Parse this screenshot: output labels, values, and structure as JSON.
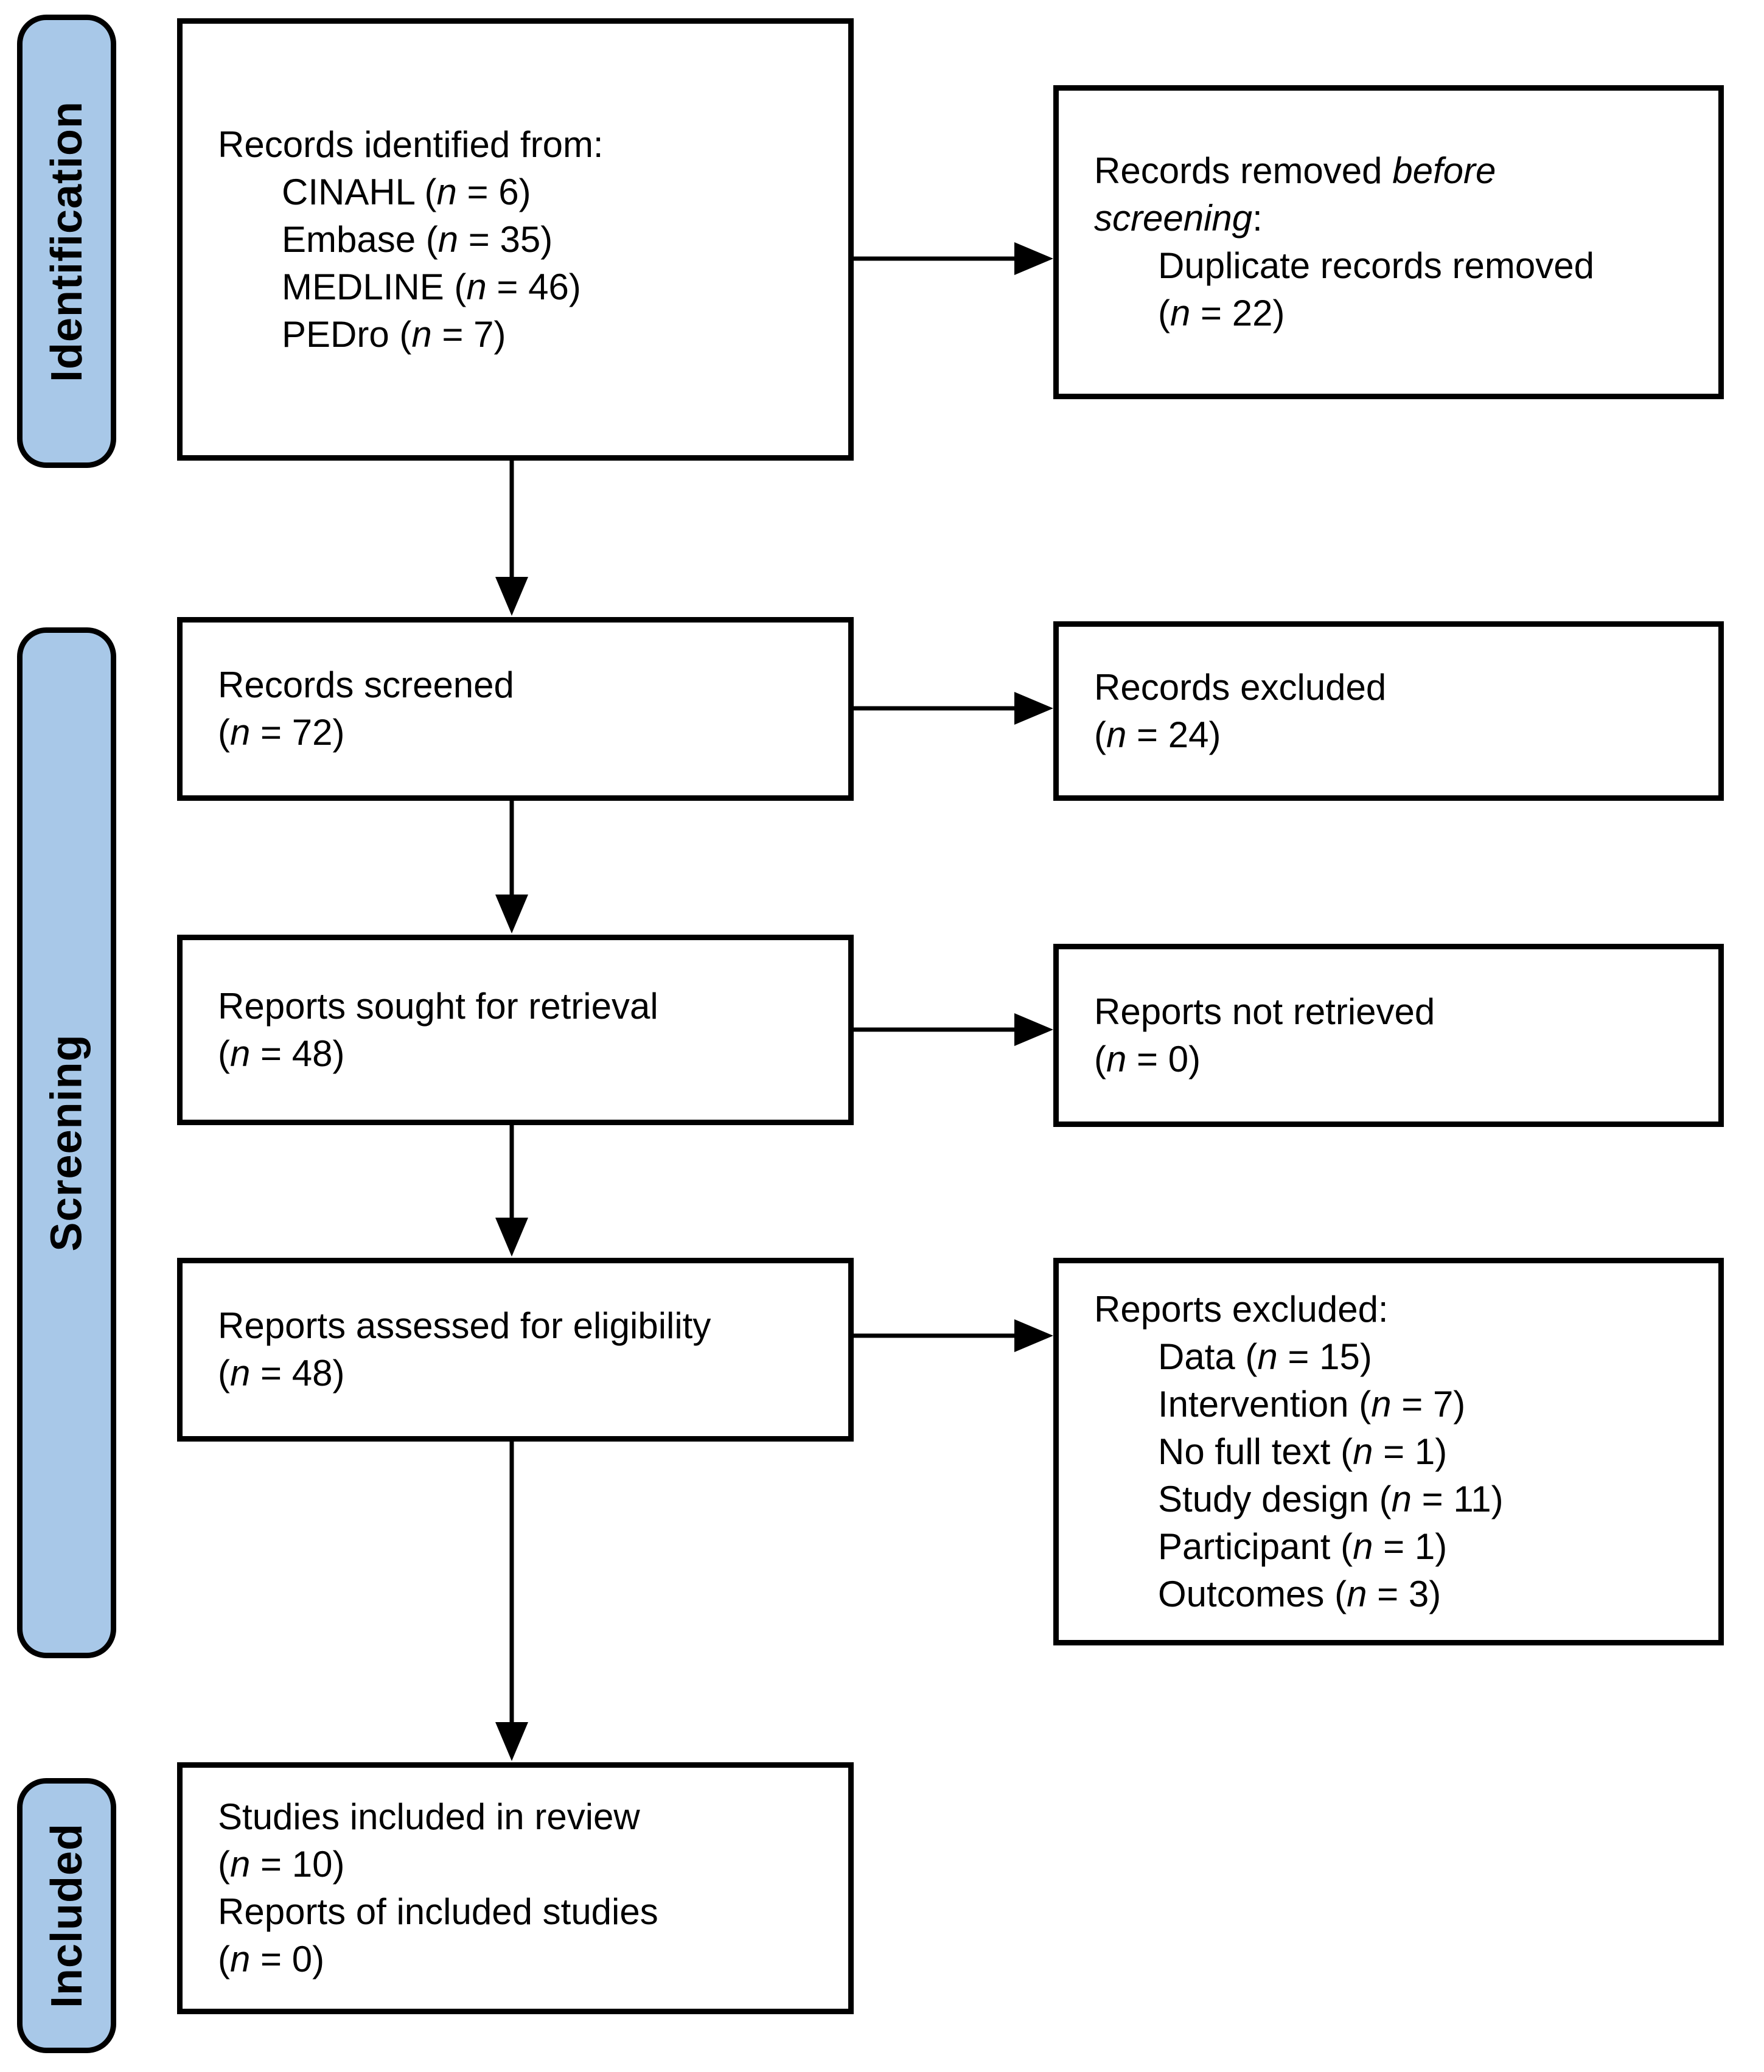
{
  "colors": {
    "stage_fill": "#A8C8E8",
    "outline": "#000000",
    "box_fill": "#FFFFFF",
    "text": "#000000"
  },
  "stages": [
    {
      "label": "Identification"
    },
    {
      "label": "Screening"
    },
    {
      "label": "Included"
    }
  ],
  "boxes": {
    "records_identified": {
      "lines": [
        {
          "indent": false,
          "runs": [
            {
              "text": "Records identified from:"
            }
          ]
        },
        {
          "indent": true,
          "runs": [
            {
              "text": "CINAHL ("
            },
            {
              "text": "n",
              "italic": true
            },
            {
              "text": " = 6)"
            }
          ]
        },
        {
          "indent": true,
          "runs": [
            {
              "text": "Embase ("
            },
            {
              "text": "n",
              "italic": true
            },
            {
              "text": " = 35)"
            }
          ]
        },
        {
          "indent": true,
          "runs": [
            {
              "text": "MEDLINE ("
            },
            {
              "text": "n",
              "italic": true
            },
            {
              "text": " = 46)"
            }
          ]
        },
        {
          "indent": true,
          "runs": [
            {
              "text": "PEDro ("
            },
            {
              "text": "n",
              "italic": true
            },
            {
              "text": " = 7)"
            }
          ]
        }
      ]
    },
    "records_removed": {
      "lines": [
        {
          "indent": false,
          "runs": [
            {
              "text": "Records removed "
            },
            {
              "text": "before",
              "italic": true
            }
          ]
        },
        {
          "indent": false,
          "runs": [
            {
              "text": "screening",
              "italic": true
            },
            {
              "text": ":"
            }
          ]
        },
        {
          "indent": true,
          "runs": [
            {
              "text": "Duplicate records removed"
            }
          ]
        },
        {
          "indent": true,
          "runs": [
            {
              "text": "("
            },
            {
              "text": "n",
              "italic": true
            },
            {
              "text": " = 22)"
            }
          ]
        }
      ]
    },
    "records_screened": {
      "lines": [
        {
          "indent": false,
          "runs": [
            {
              "text": "Records screened"
            }
          ]
        },
        {
          "indent": false,
          "runs": [
            {
              "text": "("
            },
            {
              "text": "n",
              "italic": true
            },
            {
              "text": " = 72)"
            }
          ]
        }
      ]
    },
    "records_excluded": {
      "lines": [
        {
          "indent": false,
          "runs": [
            {
              "text": "Records excluded"
            }
          ]
        },
        {
          "indent": false,
          "runs": [
            {
              "text": "("
            },
            {
              "text": "n",
              "italic": true
            },
            {
              "text": " = 24)"
            }
          ]
        }
      ]
    },
    "reports_sought": {
      "lines": [
        {
          "indent": false,
          "runs": [
            {
              "text": "Reports sought for retrieval"
            }
          ]
        },
        {
          "indent": false,
          "runs": [
            {
              "text": "("
            },
            {
              "text": "n",
              "italic": true
            },
            {
              "text": " = 48)"
            }
          ]
        }
      ]
    },
    "reports_not_retrieved": {
      "lines": [
        {
          "indent": false,
          "runs": [
            {
              "text": "Reports not retrieved"
            }
          ]
        },
        {
          "indent": false,
          "runs": [
            {
              "text": "("
            },
            {
              "text": "n",
              "italic": true
            },
            {
              "text": " = 0)"
            }
          ]
        }
      ]
    },
    "reports_assessed": {
      "lines": [
        {
          "indent": false,
          "runs": [
            {
              "text": "Reports assessed for eligibility"
            }
          ]
        },
        {
          "indent": false,
          "runs": [
            {
              "text": "("
            },
            {
              "text": "n",
              "italic": true
            },
            {
              "text": " = 48)"
            }
          ]
        }
      ]
    },
    "reports_excluded": {
      "lines": [
        {
          "indent": false,
          "runs": [
            {
              "text": "Reports excluded:"
            }
          ]
        },
        {
          "indent": true,
          "runs": [
            {
              "text": "Data ("
            },
            {
              "text": "n",
              "italic": true
            },
            {
              "text": " = 15)"
            }
          ]
        },
        {
          "indent": true,
          "runs": [
            {
              "text": "Intervention ("
            },
            {
              "text": "n",
              "italic": true
            },
            {
              "text": " = 7)"
            }
          ]
        },
        {
          "indent": true,
          "runs": [
            {
              "text": "No full text ("
            },
            {
              "text": "n",
              "italic": true
            },
            {
              "text": " = 1)"
            }
          ]
        },
        {
          "indent": true,
          "runs": [
            {
              "text": "Study design ("
            },
            {
              "text": "n",
              "italic": true
            },
            {
              "text": " = 11)"
            }
          ]
        },
        {
          "indent": true,
          "runs": [
            {
              "text": "Participant ("
            },
            {
              "text": "n",
              "italic": true
            },
            {
              "text": " = 1)"
            }
          ]
        },
        {
          "indent": true,
          "runs": [
            {
              "text": "Outcomes ("
            },
            {
              "text": "n",
              "italic": true
            },
            {
              "text": " = 3)"
            }
          ]
        }
      ]
    },
    "studies_included": {
      "lines": [
        {
          "indent": false,
          "runs": [
            {
              "text": "Studies included in review"
            }
          ]
        },
        {
          "indent": false,
          "runs": [
            {
              "text": "("
            },
            {
              "text": "n",
              "italic": true
            },
            {
              "text": " = 10)"
            }
          ]
        },
        {
          "indent": false,
          "runs": [
            {
              "text": "Reports of included studies"
            }
          ]
        },
        {
          "indent": false,
          "runs": [
            {
              "text": "("
            },
            {
              "text": "n",
              "italic": true
            },
            {
              "text": " = 0)"
            }
          ]
        }
      ]
    }
  }
}
